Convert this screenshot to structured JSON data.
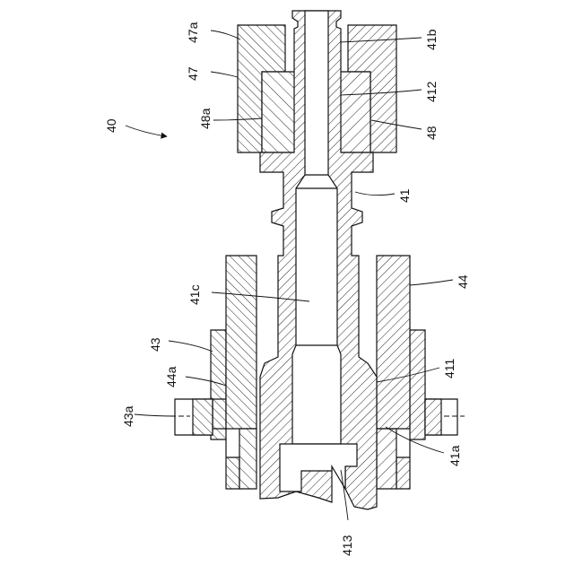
{
  "figure_label": "40",
  "labels": {
    "l47a": "47a",
    "l47": "47",
    "l48a": "48a",
    "l41b": "41b",
    "l412": "412",
    "l48": "48",
    "l41": "41",
    "l44": "44",
    "l41c": "41c",
    "l43": "43",
    "l44a": "44a",
    "l411": "411",
    "l43a": "43a",
    "l41a": "41a",
    "l413": "413"
  },
  "colors": {
    "line": "#111111",
    "background": "#ffffff"
  }
}
